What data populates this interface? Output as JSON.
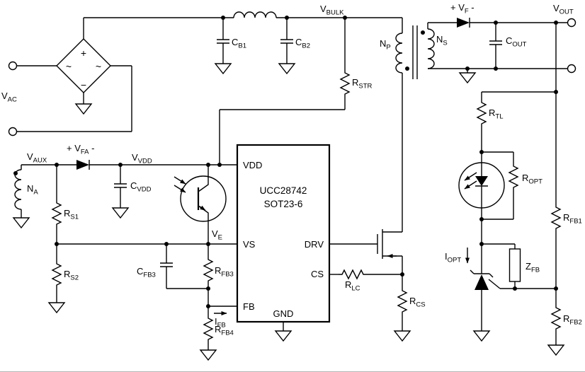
{
  "colors": {
    "stroke": "#000000",
    "background": "#ffffff"
  },
  "bridge": {
    "plus": "+",
    "ac_left": "~",
    "ac_right": "~",
    "minus": "−"
  },
  "ic": {
    "line1": "UCC28742",
    "line2": "SOT23-6",
    "pins": {
      "vdd": "VDD",
      "vs": "VS",
      "fb": "FB",
      "drv": "DRV",
      "cs": "CS",
      "gnd": "GND"
    }
  },
  "labels": {
    "vac": {
      "pre": "V",
      "sub": "AC",
      "post": ""
    },
    "cb1": {
      "pre": "C",
      "sub": "B1",
      "post": ""
    },
    "cb2": {
      "pre": "C",
      "sub": "B2",
      "post": ""
    },
    "vbulk": {
      "pre": "V",
      "sub": "BULK",
      "post": ""
    },
    "rstr": {
      "pre": "R",
      "sub": "STR",
      "post": ""
    },
    "np": {
      "pre": "N",
      "sub": "P",
      "post": ""
    },
    "ns": {
      "pre": "N",
      "sub": "S",
      "post": ""
    },
    "vf": {
      "pre": "+ V",
      "sub": "F",
      "post": " -"
    },
    "cout": {
      "pre": "C",
      "sub": "OUT",
      "post": ""
    },
    "vout": {
      "pre": "V",
      "sub": "OUT",
      "post": ""
    },
    "rtl": {
      "pre": "R",
      "sub": "TL",
      "post": ""
    },
    "ropt": {
      "pre": "R",
      "sub": "OPT",
      "post": ""
    },
    "rfb1": {
      "pre": "R",
      "sub": "FB1",
      "post": ""
    },
    "iopt": {
      "pre": "I",
      "sub": "OPT",
      "post": ""
    },
    "zfb": {
      "pre": "Z",
      "sub": "FB",
      "post": ""
    },
    "rfb2": {
      "pre": "R",
      "sub": "FB2",
      "post": ""
    },
    "vaux": {
      "pre": "V",
      "sub": "AUX",
      "post": ""
    },
    "na": {
      "pre": "N",
      "sub": "A",
      "post": ""
    },
    "vfa": {
      "pre": "+ V",
      "sub": "FA",
      "post": " -"
    },
    "vvdd": {
      "pre": "V",
      "sub": "VDD",
      "post": ""
    },
    "cvdd": {
      "pre": "C",
      "sub": "VDD",
      "post": ""
    },
    "rs1": {
      "pre": "R",
      "sub": "S1",
      "post": ""
    },
    "rs2": {
      "pre": "R",
      "sub": "S2",
      "post": ""
    },
    "ve": {
      "pre": "V",
      "sub": "E",
      "post": ""
    },
    "cfb3": {
      "pre": "C",
      "sub": "FB3",
      "post": ""
    },
    "rfb3": {
      "pre": "R",
      "sub": "FB3",
      "post": ""
    },
    "rfb4": {
      "pre": "R",
      "sub": "FB4",
      "post": ""
    },
    "ifb": {
      "pre": "I",
      "sub": "FB",
      "post": ""
    },
    "rlc": {
      "pre": "R",
      "sub": "LC",
      "post": ""
    },
    "rcs": {
      "pre": "R",
      "sub": "CS",
      "post": ""
    }
  }
}
